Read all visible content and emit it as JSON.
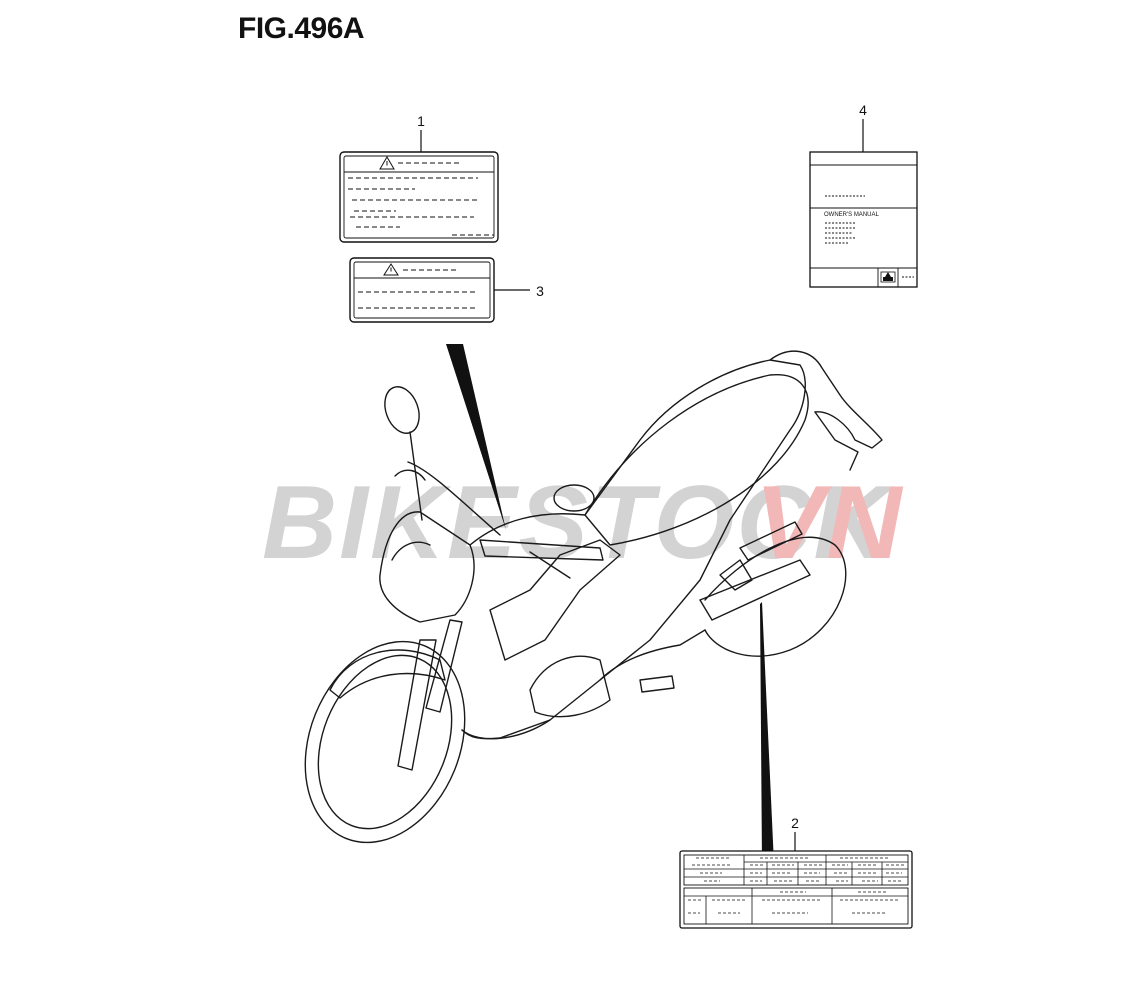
{
  "figure": {
    "title": "FIG.496A"
  },
  "callouts": {
    "item1": "1",
    "item2": "2",
    "item3": "3",
    "item4": "4"
  },
  "manual": {
    "owners_manual": "OWNER'S MANUAL"
  },
  "watermark": {
    "text_gray": "BIKESTOCK",
    "text_red": "VN",
    "gray": "#cfcfcf",
    "red": "#f2b8b8"
  },
  "colors": {
    "line": "#1a1a1a",
    "background": "#ffffff"
  }
}
